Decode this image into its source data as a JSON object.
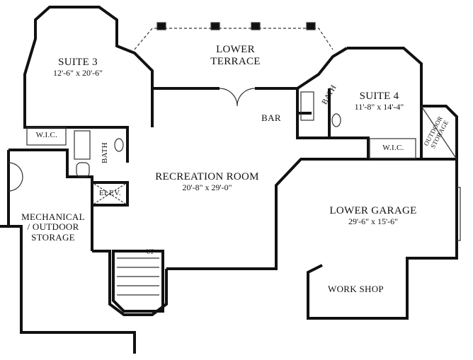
{
  "rooms": {
    "suite_3": {
      "name": "SUITE 3",
      "dims": "12'-6\" x 20'-6\""
    },
    "lower_terrace": {
      "line1": "LOWER",
      "line2": "TERRACE"
    },
    "suite_4": {
      "name": "SUITE 4",
      "dims": "11'-8\" x 14'-4\""
    },
    "recreation_room": {
      "name": "RECREATION ROOM",
      "dims": "20'-8\" x 29'-0\""
    },
    "lower_garage": {
      "name": "LOWER GARAGE",
      "dims": "29'-6\" x 15'-6\""
    },
    "mechanical": {
      "line1": "MECHANICAL",
      "line2": "/ OUTDOOR",
      "line3": "STORAGE"
    },
    "work_shop": {
      "name": "WORK SHOP"
    },
    "bar": {
      "name": "BAR"
    },
    "bath_left": {
      "name": "BATH"
    },
    "bath_right": {
      "name": "BATH"
    },
    "wic_left": {
      "name": "W.I.C."
    },
    "wic_right": {
      "name": "W.I.C."
    },
    "elevator": {
      "name": "ELEV."
    },
    "outdoor_storage": {
      "line1": "OUTDOOR",
      "line2": "STORAGE"
    },
    "stair": {
      "name": "UP"
    }
  },
  "colors": {
    "wall": "#111111",
    "line": "#333333",
    "background": "#ffffff"
  }
}
